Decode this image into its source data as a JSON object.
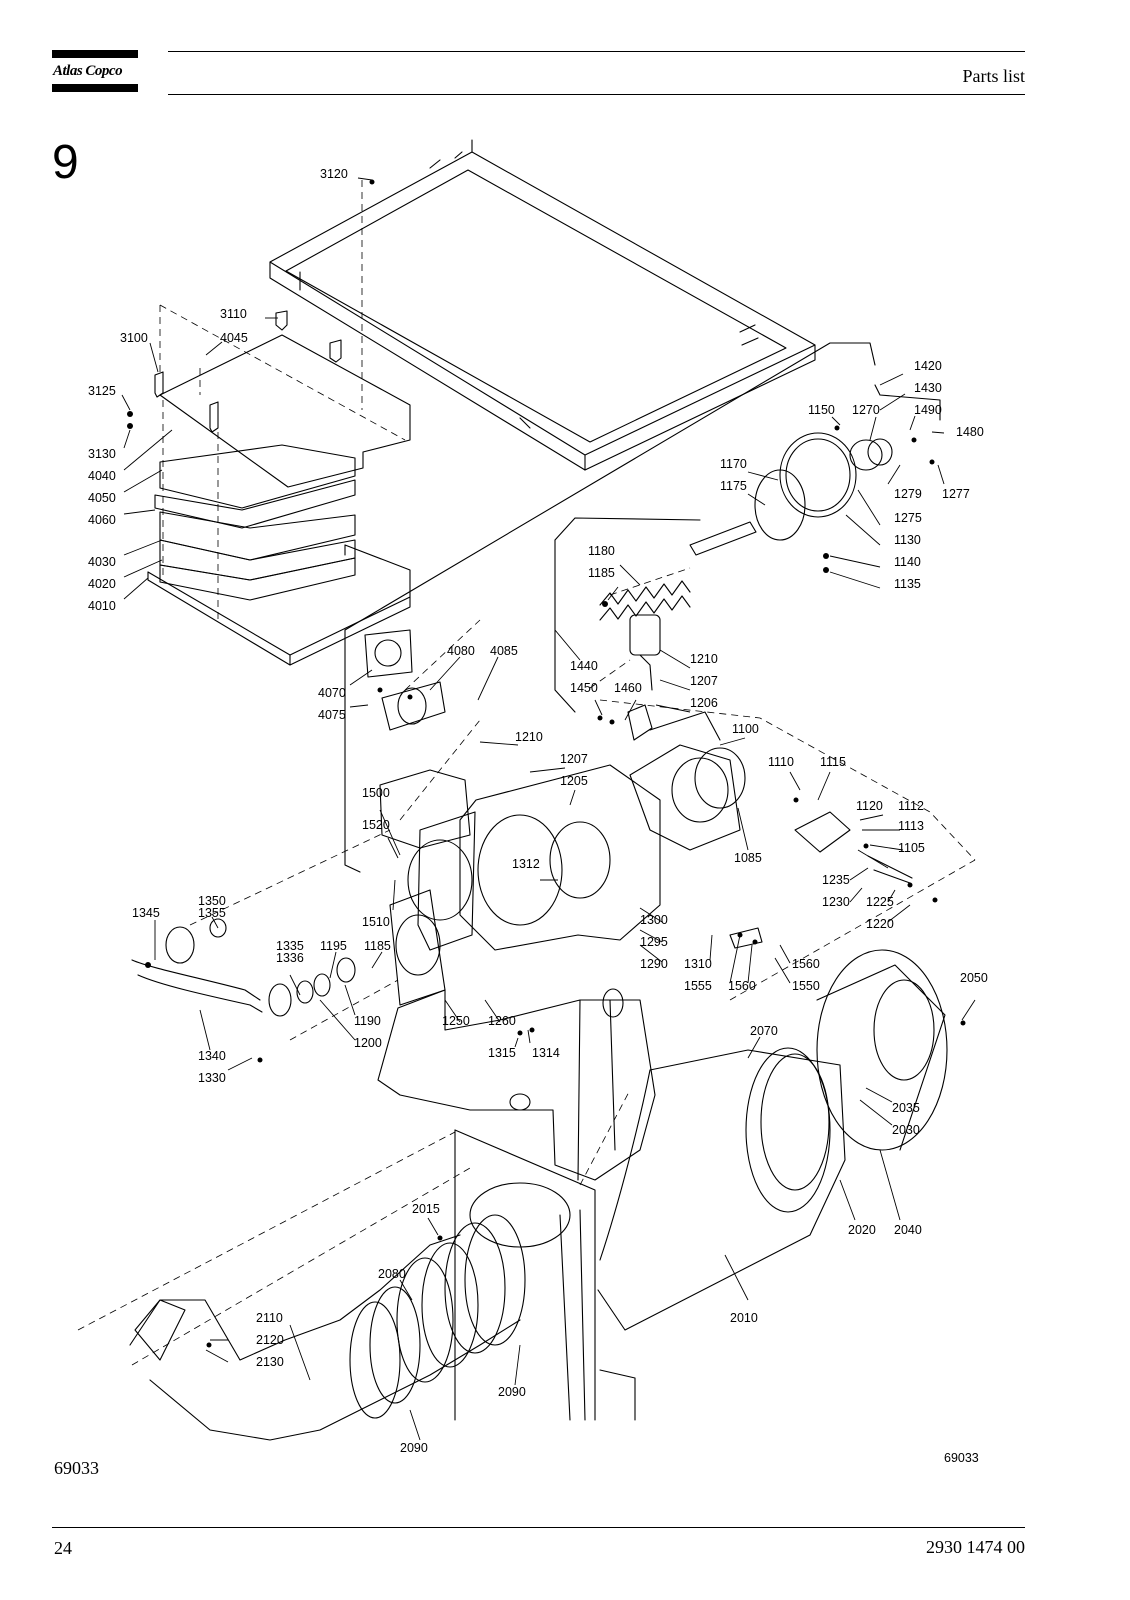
{
  "header": {
    "brand": "Atlas Copco",
    "title": "Parts list"
  },
  "section_number": "9",
  "figure_id": "69033",
  "footer": {
    "page_number": "24",
    "doc_number": "2930 1474 00"
  },
  "diagram": {
    "figure_id": "69033",
    "labels": [
      "3120",
      "3110",
      "3100",
      "4045",
      "3125",
      "3130",
      "4040",
      "4050",
      "4060",
      "4030",
      "4020",
      "4010",
      "4070",
      "4075",
      "4080",
      "4085",
      "1420",
      "1430",
      "1150",
      "1270",
      "1490",
      "1480",
      "1279",
      "1277",
      "1170",
      "1175",
      "1275",
      "1130",
      "1140",
      "1135",
      "1180",
      "1185",
      "1440",
      "1450",
      "1460",
      "1210",
      "1207",
      "1206",
      "1100",
      "1210",
      "1207",
      "1205",
      "1500",
      "1520",
      "1110",
      "1115",
      "1120",
      "1112",
      "1113",
      "1105",
      "1085",
      "1312",
      "1235",
      "1230",
      "1225",
      "1220",
      "1510",
      "1300",
      "1295",
      "1290",
      "1310",
      "1555",
      "1560",
      "1560",
      "1550",
      "1345",
      "1350",
      "1355",
      "1335",
      "1336",
      "1195",
      "1185",
      "1190",
      "1200",
      "1250",
      "1260",
      "1315",
      "1314",
      "1340",
      "1330",
      "2050",
      "2070",
      "2035",
      "2030",
      "2015",
      "2020",
      "2040",
      "2080",
      "2110",
      "2120",
      "2130",
      "2010",
      "2090",
      "2090"
    ]
  }
}
